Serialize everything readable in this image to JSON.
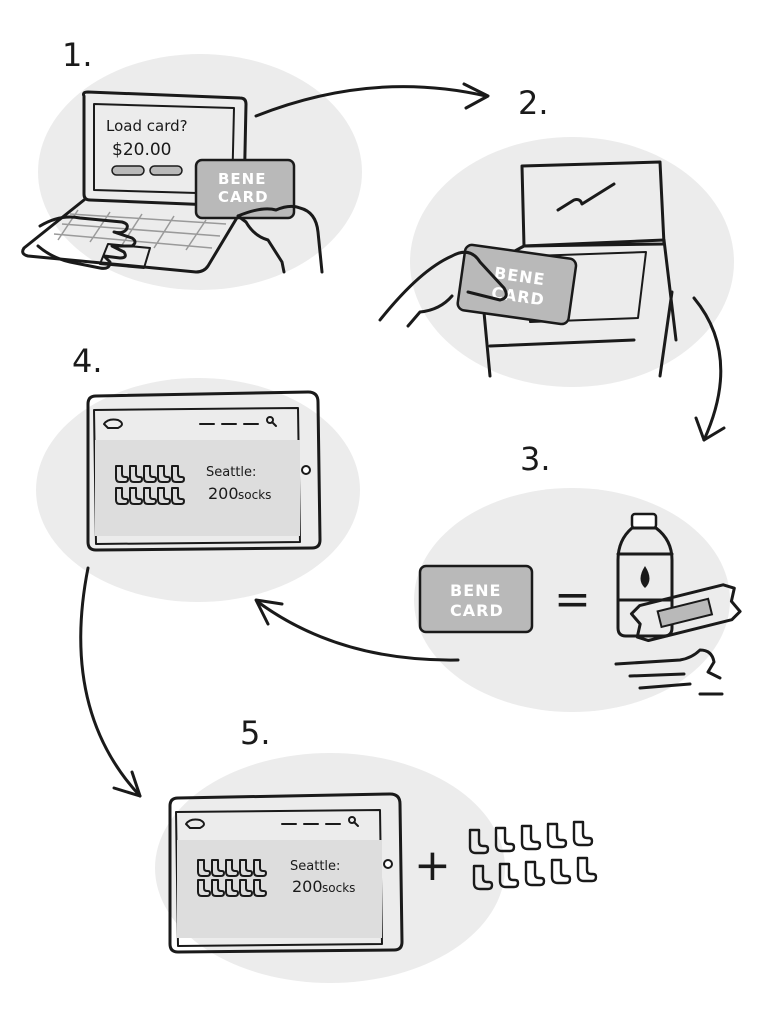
{
  "steps": {
    "s1": "1.",
    "s2": "2.",
    "s3": "3.",
    "s4": "4.",
    "s5": "5."
  },
  "laptop": {
    "prompt": "Load card?",
    "amount": "$20.00"
  },
  "card": {
    "line1": "BENE",
    "line2": "CARD"
  },
  "equals": "=",
  "plus": "+",
  "tablet": {
    "city": "Seattle:",
    "count_number": "200",
    "count_unit": "socks"
  },
  "colors": {
    "blob": "#ececec",
    "card": "#b9b9b9",
    "screen": "#dddddd",
    "ink": "#1a1a1a"
  }
}
